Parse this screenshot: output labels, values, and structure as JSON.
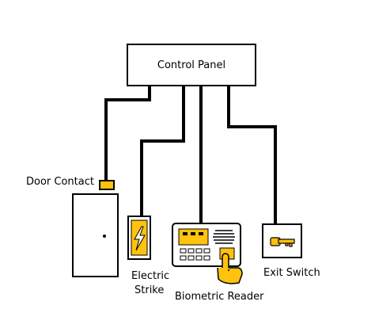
{
  "diagram": {
    "control_panel": {
      "label": "Control Panel"
    },
    "door_contact": {
      "label": "Door Contact"
    },
    "electric_strike": {
      "label_line1": "Electric",
      "label_line2": "Strike"
    },
    "biometric_reader": {
      "label": "Biometric Reader"
    },
    "exit_switch": {
      "label": "Exit Switch"
    }
  },
  "colors": {
    "wire": "#000000",
    "device_yellow": "#ffc20e",
    "background": "#ffffff"
  }
}
